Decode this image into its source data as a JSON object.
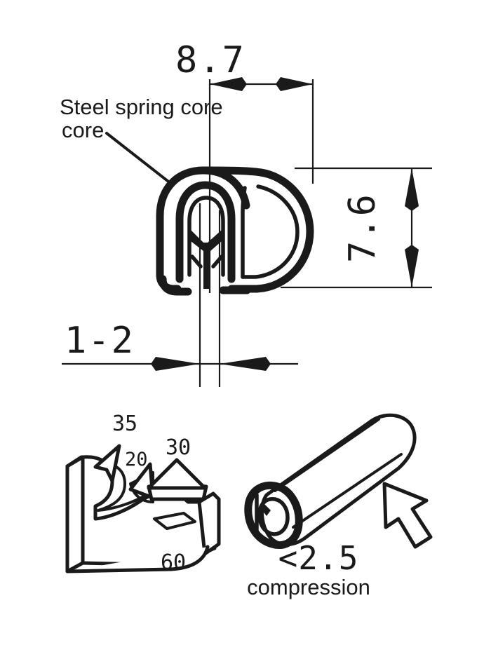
{
  "drawing": {
    "title": "Edge trim profile with steel spring core",
    "background_color": "#ffffff",
    "ink_color": "#1a1a1a"
  },
  "annotations": {
    "steel_spring_core_line1": "Steel spring core",
    "steel_spring_core_line2": "core",
    "steel_spring_core_full": "Steel spring core",
    "compression_label": "compression"
  },
  "dimensions": {
    "width_overall": "8.7",
    "height_overall": "7.6",
    "grip_range": "1-2",
    "compression_max": "<2.5"
  },
  "iso_callouts": {
    "value_35": "35",
    "value_20": "20",
    "value_30": "30",
    "value_60": "60"
  },
  "figures": {
    "cross_section_name": "profile-cross-section",
    "bracket_name": "mounting-bracket-isometric",
    "tube_name": "compressed-seal-isometric"
  }
}
